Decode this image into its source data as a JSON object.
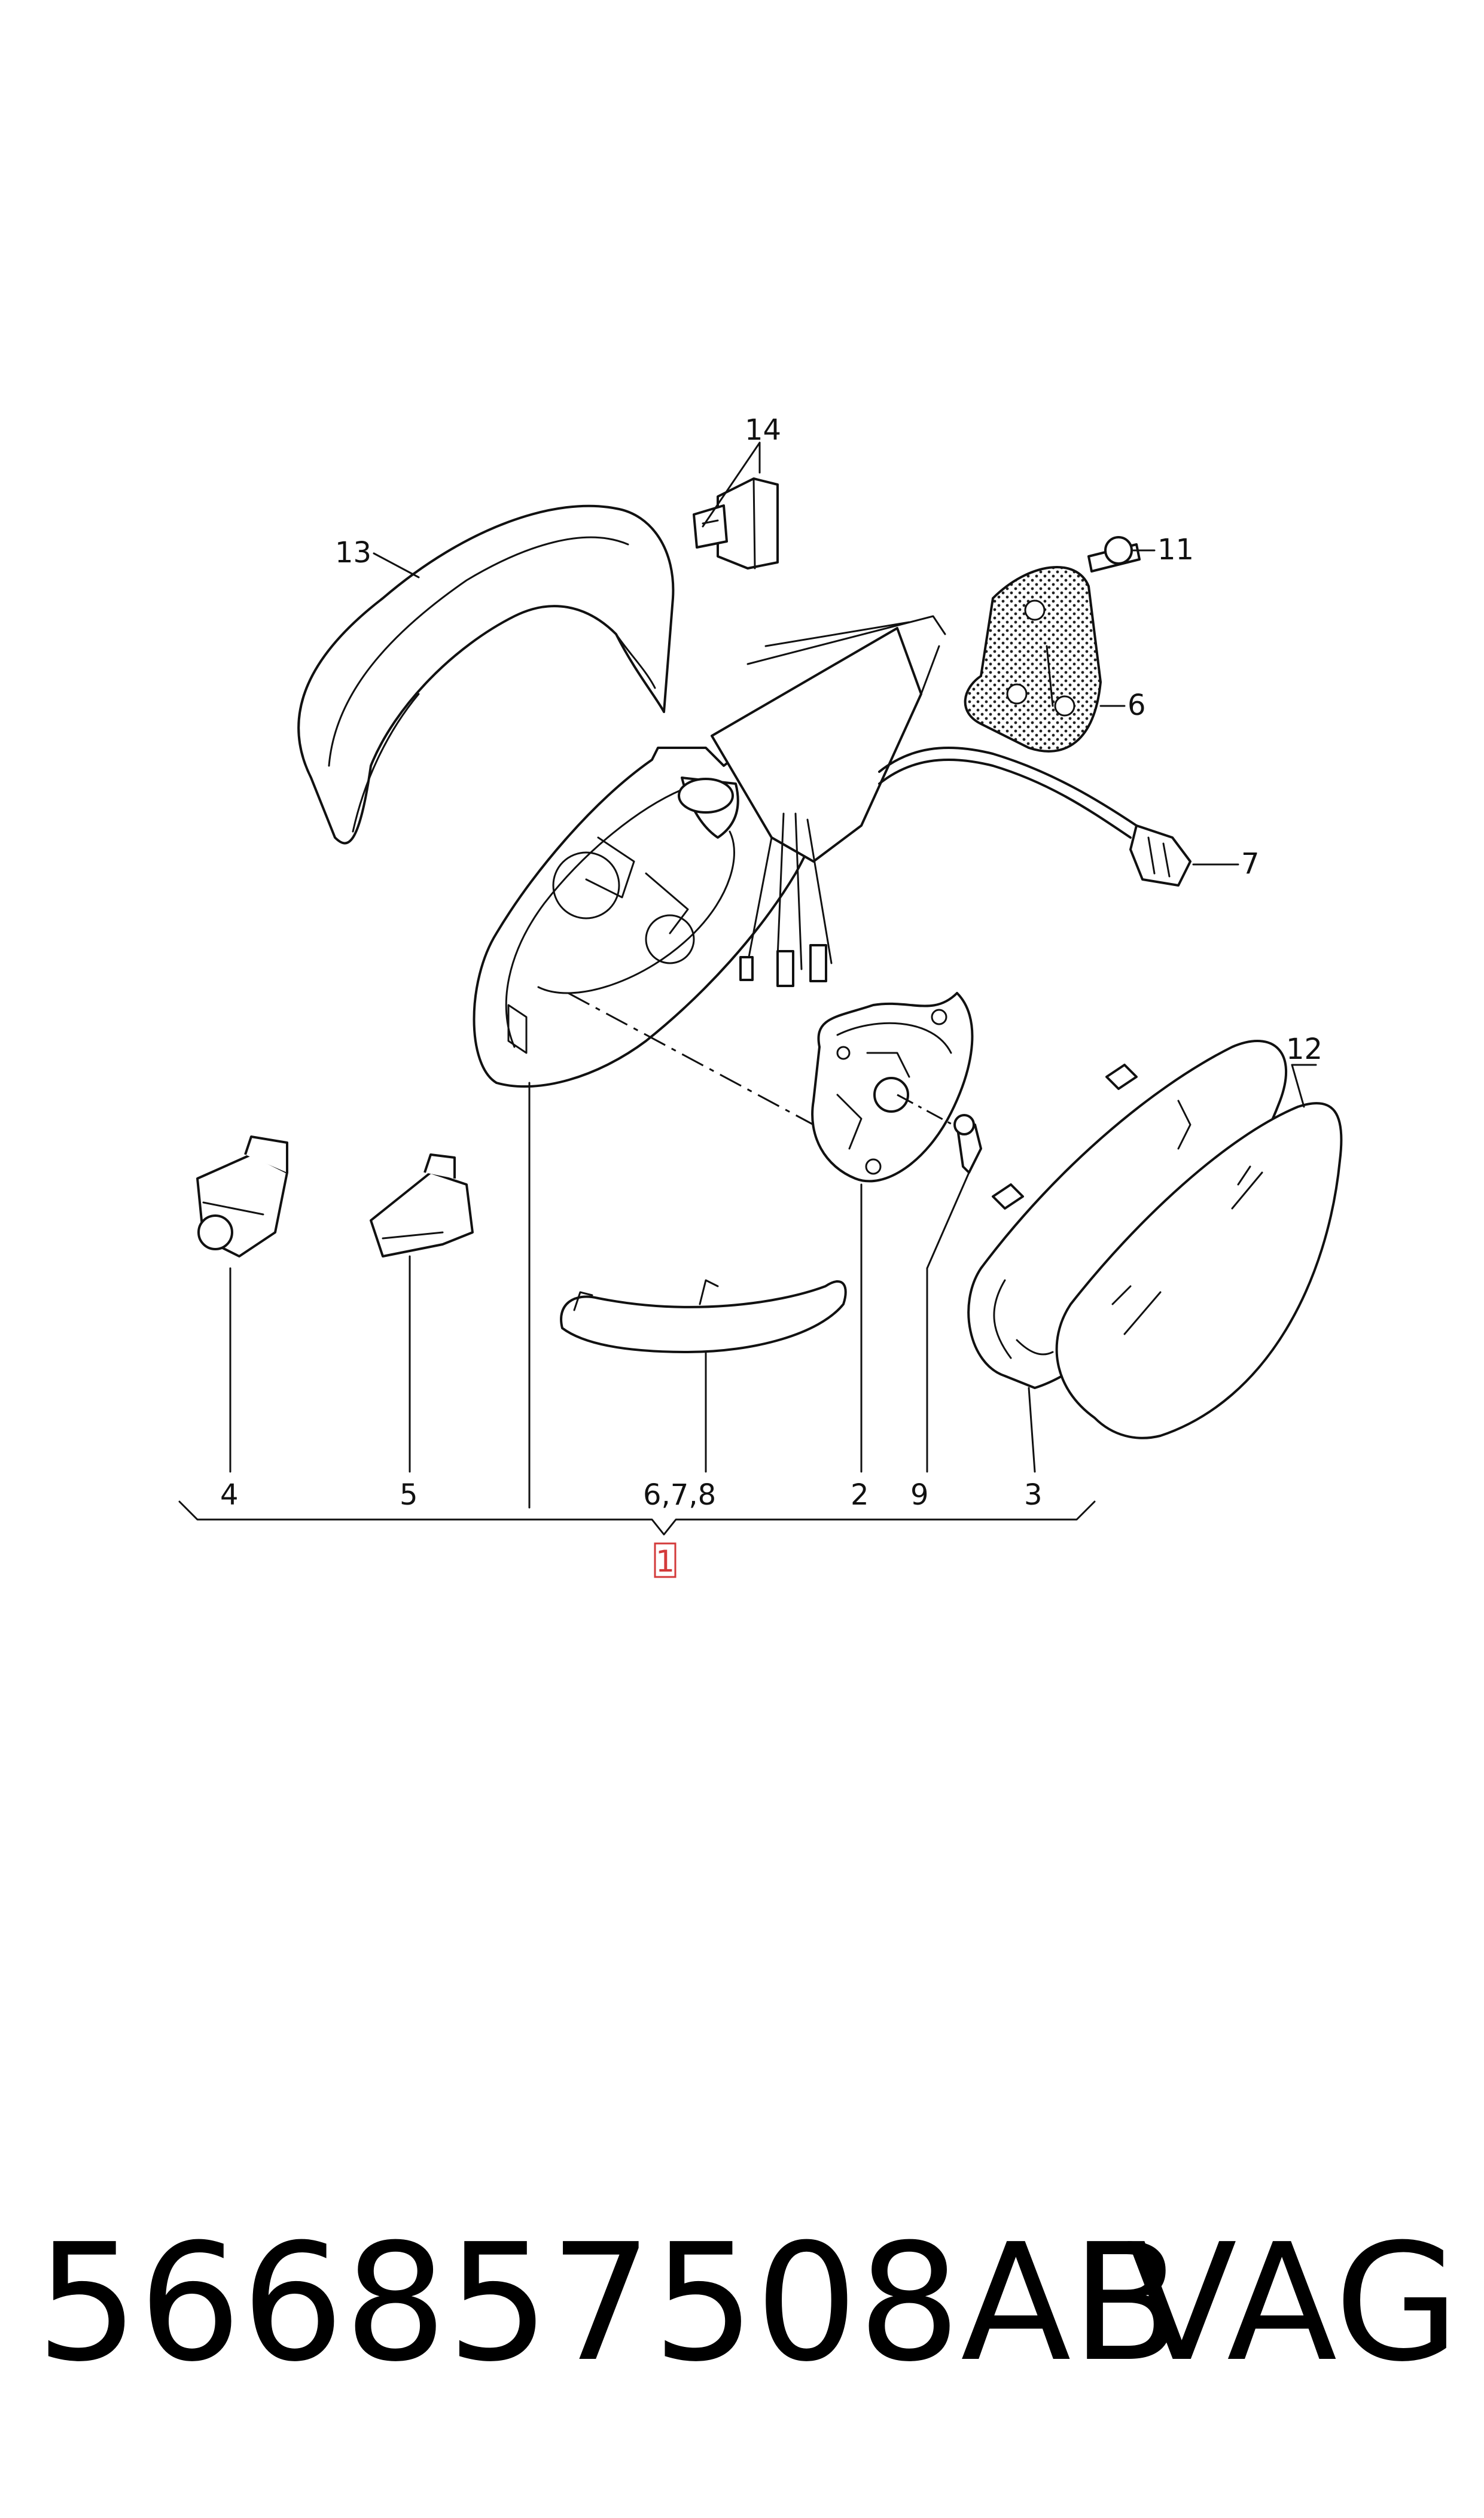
{
  "diagram": {
    "callouts": {
      "c13": "13",
      "c14": "14",
      "c11": "11",
      "c6": "6",
      "c7": "7",
      "c12": "12",
      "c4": "4",
      "c5": "5",
      "c678": "6,7,8",
      "c2": "2",
      "c9": "9",
      "c3": "3",
      "c1": "1"
    },
    "accent_color": "#d33a3a"
  },
  "footer": {
    "part_number": "566857508AB",
    "brand": "VAG"
  }
}
